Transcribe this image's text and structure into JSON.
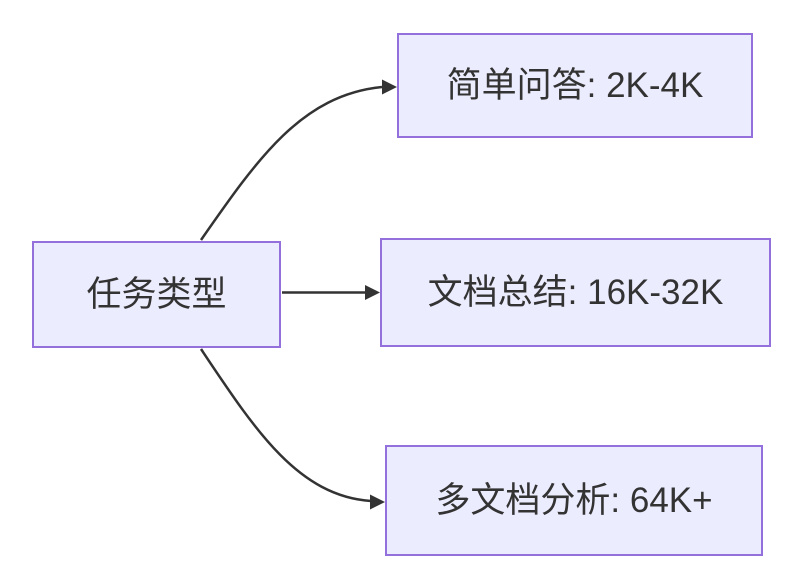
{
  "diagram": {
    "type": "flowchart-left-to-right",
    "nodes": {
      "root": {
        "label": "任务类型"
      },
      "branches": [
        {
          "label": "简单问答: 2K-4K"
        },
        {
          "label": "文档总结: 16K-32K"
        },
        {
          "label": "多文档分析: 64K+"
        }
      ]
    },
    "edges": [
      {
        "from": "任务类型",
        "to": "简单问答: 2K-4K"
      },
      {
        "from": "任务类型",
        "to": "文档总结: 16K-32K"
      },
      {
        "from": "任务类型",
        "to": "多文档分析: 64K+"
      }
    ],
    "theme": {
      "node_fill": "#ECECFF",
      "node_border": "#9370DB",
      "edge_color": "#333333",
      "text_color": "#333333",
      "background": "#FFFFFF"
    }
  }
}
